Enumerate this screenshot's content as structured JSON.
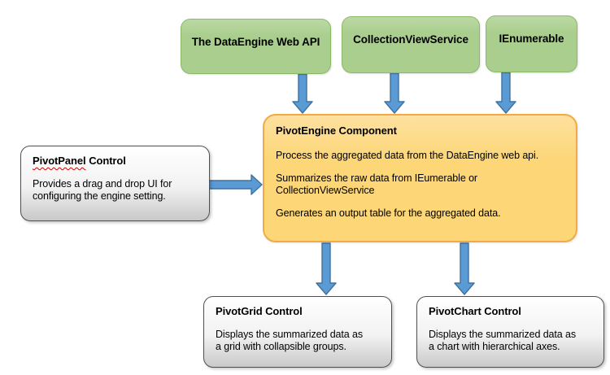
{
  "diagram": {
    "sources": [
      {
        "label": "The DataEngine Web API"
      },
      {
        "label": "CollectionViewService"
      },
      {
        "label": "IEnumerable"
      }
    ],
    "engine": {
      "title": "PivotEngine Component",
      "paragraphs": [
        "Process the aggregated data from the DataEngine web api.",
        "Summarizes the raw data from IEumerable or\nCollectionViewService",
        "Generates an output table for the aggregated data."
      ]
    },
    "panel": {
      "title_misspelled": "PivotPanel",
      "title_suffix": "Control",
      "body": "Provides a drag and drop UI for\nconfiguring the engine setting."
    },
    "grid": {
      "title": "PivotGrid Control",
      "body": "Displays the summarized data as\na grid with collapsible groups."
    },
    "chart": {
      "title": "PivotChart Control",
      "body": "Displays the summarized data as\na chart with hierarchical axes."
    },
    "connectors": [
      {
        "from": "The DataEngine Web API",
        "to": "PivotEngine Component"
      },
      {
        "from": "CollectionViewService",
        "to": "PivotEngine Component"
      },
      {
        "from": "IEnumerable",
        "to": "PivotEngine Component"
      },
      {
        "from": "PivotPanel Control",
        "to": "PivotEngine Component"
      },
      {
        "from": "PivotEngine Component",
        "to": "PivotGrid Control"
      },
      {
        "from": "PivotEngine Component",
        "to": "PivotChart Control"
      }
    ]
  },
  "colors": {
    "source-fill-top": "#bcd9a4",
    "source-fill": "#a9ce8e",
    "source-border": "#8cb86a",
    "engine-fill-top": "#fee1a0",
    "engine-fill": "#fcd677",
    "engine-border": "#f0ab44",
    "control-fill-top": "#ffffff",
    "control-fill-mid": "#f2f2f2",
    "control-fill-bottom": "#c9c9c9",
    "control-border": "#4f4f4f",
    "arrow-fill": "#5b9bd5",
    "arrow-stroke": "#41719c",
    "spellcheck": "#cc0000",
    "text": "#000000",
    "background": "#ffffff"
  }
}
